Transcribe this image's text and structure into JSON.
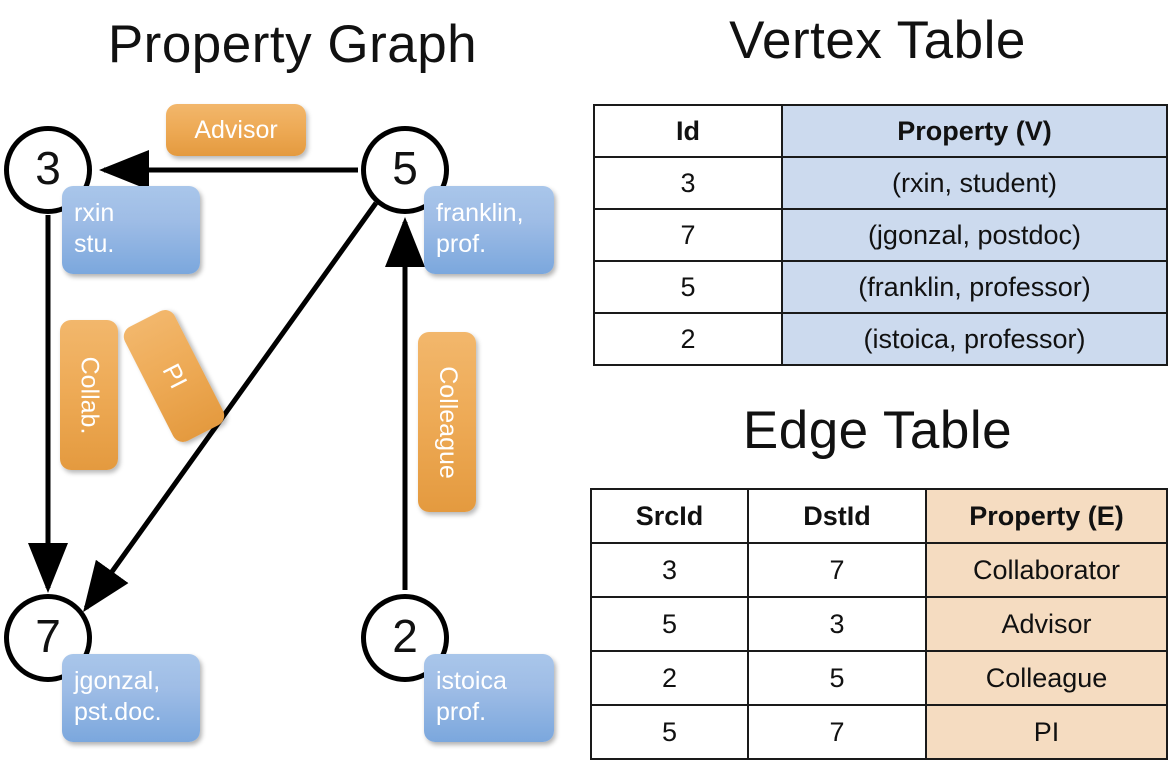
{
  "titles": {
    "property_graph": "Property Graph",
    "vertex_table": "Vertex Table",
    "edge_table": "Edge Table"
  },
  "graph": {
    "nodes": [
      {
        "id": "3",
        "property": "rxin\nstu."
      },
      {
        "id": "5",
        "property": "franklin,\nprof."
      },
      {
        "id": "7",
        "property": "jgonzal,\npst.doc."
      },
      {
        "id": "2",
        "property": "istoica\nprof."
      }
    ],
    "edge_labels": {
      "advisor": "Advisor",
      "collab": "Collab.",
      "pi": "PI",
      "colleague": "Colleague"
    }
  },
  "vertex_table": {
    "headers": [
      "Id",
      "Property (V)"
    ],
    "rows": [
      {
        "id": "3",
        "property": "(rxin, student)"
      },
      {
        "id": "7",
        "property": "(jgonzal, postdoc)"
      },
      {
        "id": "5",
        "property": "(franklin, professor)"
      },
      {
        "id": "2",
        "property": "(istoica, professor)"
      }
    ]
  },
  "edge_table": {
    "headers": [
      "SrcId",
      "DstId",
      "Property (E)"
    ],
    "rows": [
      {
        "src": "3",
        "dst": "7",
        "property": "Collaborator"
      },
      {
        "src": "5",
        "dst": "3",
        "property": "Advisor"
      },
      {
        "src": "2",
        "dst": "5",
        "property": "Colleague"
      },
      {
        "src": "5",
        "dst": "7",
        "property": "PI"
      }
    ]
  },
  "colors": {
    "vertex_property_fill": "#ccdaee",
    "edge_property_fill": "#f5dcc1",
    "node_box_blue": "#7ba7dd",
    "edge_label_orange": "#eeab57",
    "stroke": "#000000"
  }
}
